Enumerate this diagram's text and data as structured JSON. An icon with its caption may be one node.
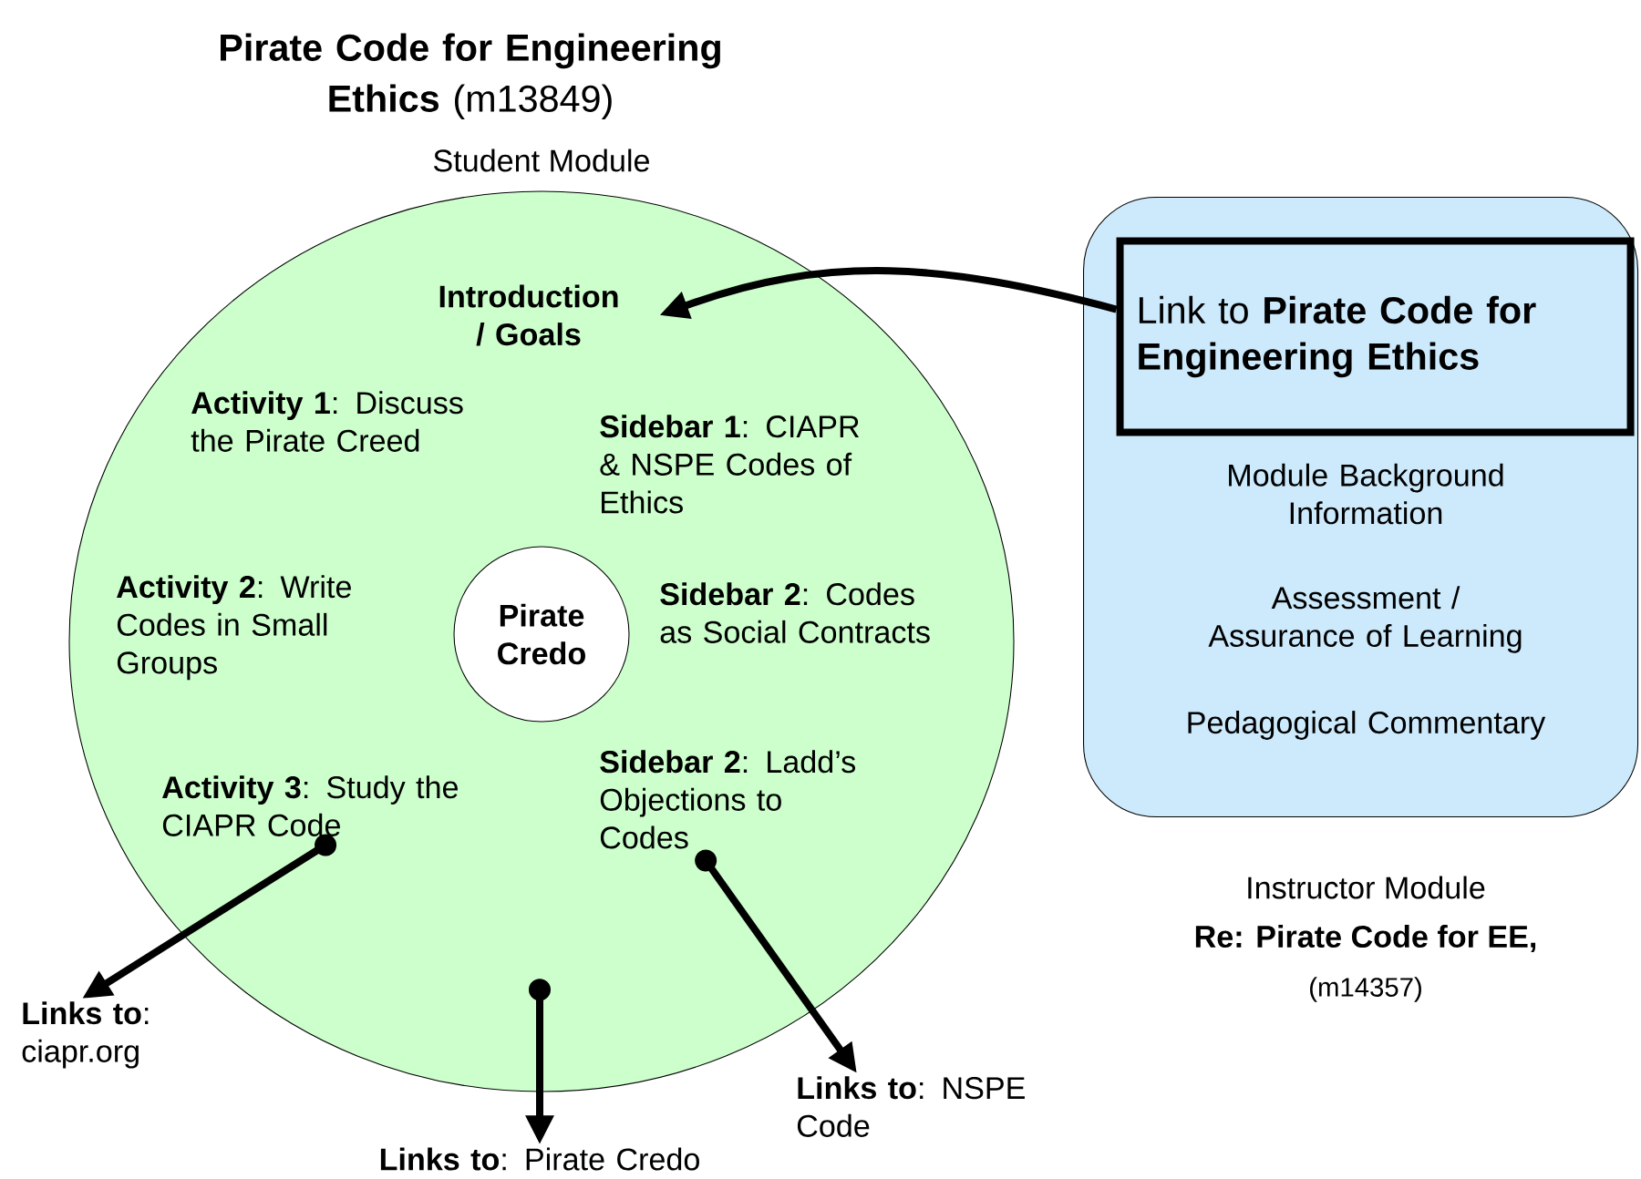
{
  "diagram": {
    "nodes": [
      {
        "text": [
          "**Pirate Code for Engineering Ethics** (m13849)",
          "Student Module"
        ]
      },
      {
        "text": [
          "Introduction / Goals"
        ],
        "in": 0
      },
      {
        "text": [
          "**Activity 1**: Discuss the Pirate Creed"
        ],
        "in": 0
      },
      {
        "text": [
          "**Sidebar 1**: CIAPR & NSPE Codes of Ethics"
        ],
        "in": 0
      },
      {
        "text": [
          "**Activity 2**: Write Codes in Small Groups"
        ],
        "in": 0
      },
      {
        "text": [
          "Pirate Credo"
        ],
        "in": 0
      },
      {
        "text": [
          "**Sidebar 2**: Codes as Social Contracts"
        ],
        "in": 0
      },
      {
        "text": [
          "**Activity 3**: Study the CIAPR Code"
        ],
        "in": 0
      },
      {
        "text": [
          "**Sidebar 2**: Ladd’s Objections to Codes"
        ],
        "in": 0
      },
      {
        "text": [
          "Module Background Information",
          "Assessment / Assurance of Learning",
          "Pedagogical Commentary"
        ],
        "beside": [
          "Instructor Module",
          "Re: Pirate Code for EE,",
          "(m14357)"
        ]
      },
      {
        "text": [
          "Link to **Pirate Code for Engineering Ethics**"
        ],
        "in": 9
      },
      {
        "text": [
          "**Links to**: ciapr.org"
        ]
      },
      {
        "text": [
          "**Links to**: Pirate Credo"
        ]
      },
      {
        "text": [
          "**Links to**: NSPE Code"
        ]
      }
    ],
    "edges": [
      {
        "from": 10,
        "to": 1,
        "arrow": "to"
      },
      {
        "from": 7,
        "to": 11,
        "arrow": "to"
      },
      {
        "from": null,
        "to": 12,
        "arrow": "to"
      },
      {
        "from": 8,
        "to": 13,
        "arrow": "to"
      }
    ]
  }
}
